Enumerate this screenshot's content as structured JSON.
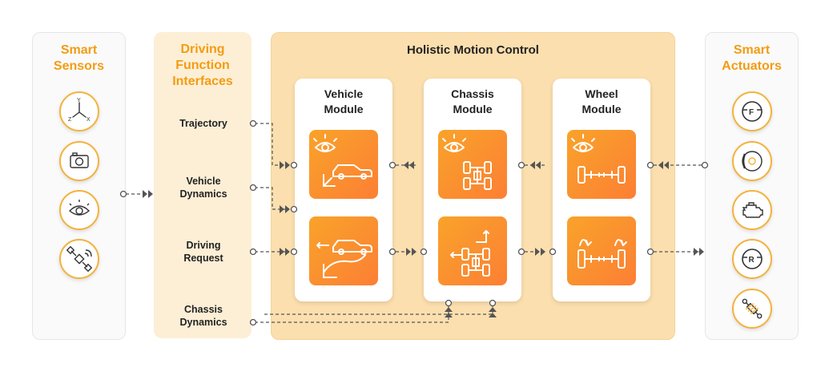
{
  "sensors": {
    "title_line1": "Smart",
    "title_line2": "Sensors"
  },
  "interfaces": {
    "title_line1": "Driving",
    "title_line2": "Function",
    "title_line3": "Interfaces",
    "items": [
      {
        "line1": "Trajectory",
        "line2": ""
      },
      {
        "line1": "Vehicle",
        "line2": "Dynamics"
      },
      {
        "line1": "Driving",
        "line2": "Request"
      },
      {
        "line1": "Chassis",
        "line2": "Dynamics"
      }
    ]
  },
  "holistic": {
    "title": "Holistic Motion Control"
  },
  "modules": [
    {
      "line1": "Vehicle",
      "line2": "Module"
    },
    {
      "line1": "Chassis",
      "line2": "Module"
    },
    {
      "line1": "Wheel",
      "line2": "Module"
    }
  ],
  "actuators": {
    "title_line1": "Smart",
    "title_line2": "Actuators"
  },
  "colors": {
    "accent": "#f39c12",
    "tile_start": "#f9a32a",
    "tile_end": "#fc7f34",
    "panel": "#fcdfae"
  },
  "icons": {
    "sensors": [
      "axes-icon",
      "camera-icon",
      "eye-icon",
      "satellite-icon"
    ],
    "actuators": [
      "steering-wheel-front-icon",
      "brake-disc-icon",
      "engine-icon",
      "steering-wheel-rear-icon",
      "shock-absorber-icon"
    ],
    "tiles": [
      "eye-car-icon",
      "eye-chassis-icon",
      "eye-axle-icon",
      "car-path-icon",
      "chassis-arrows-icon",
      "wheel-rotation-icon"
    ]
  }
}
